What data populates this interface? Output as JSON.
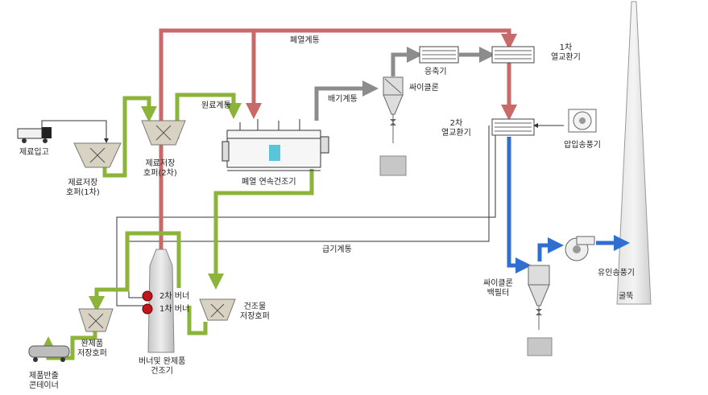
{
  "labels": {
    "waste_heat_line": "폐열계통",
    "raw_material_line": "원료계통",
    "exhaust_line": "배기계통",
    "air_supply_line": "급기계통",
    "condenser": "응축기",
    "cyclone_top": "싸이클론",
    "hx1": "1차\n열교환기",
    "hx2": "2차\n열교환기",
    "supply_fan": "압입송풍기",
    "raw_input": "제료입고",
    "hopper1": "제료저장\n호퍼(1차)",
    "hopper2": "제료저장\n호퍼(2차)",
    "dryer": "폐열 연속건조기",
    "burner2": "2차 버너",
    "burner1": "1차 버너",
    "dried_hopper": "건조물\n저장호퍼",
    "product_hopper": "완제품\n저장호퍼",
    "product_container": "제품반출\n콘테이너",
    "burner_dryer": "버너및 완제품\n건조기",
    "cyclone_bag": "싸이클론\n백필터",
    "induced_fan": "유인송풍기",
    "chimney": "굴뚝"
  },
  "colors": {
    "waste_heat": "#c96a6a",
    "raw_material": "#8cb33a",
    "exhaust": "#8c8c8c",
    "clean_air": "#2f6fd0",
    "air_supply": "#333333"
  }
}
